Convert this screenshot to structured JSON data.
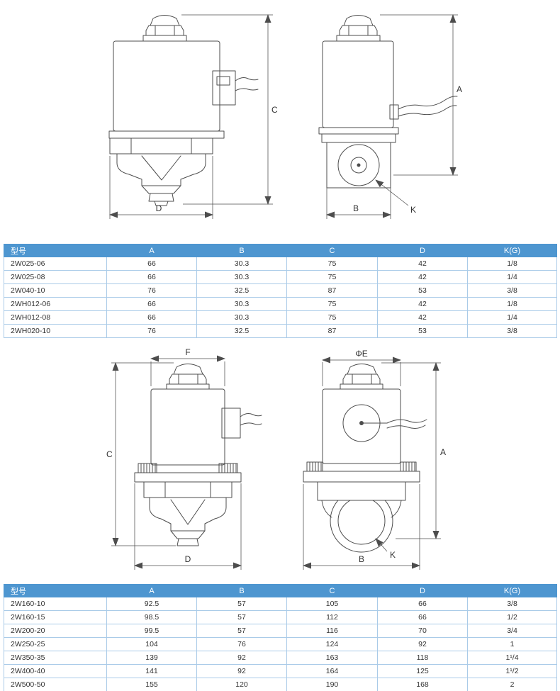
{
  "colors": {
    "table_header_bg": "#4e96d0",
    "table_header_text": "#ffffff",
    "table_border": "#aacbe8",
    "drawing_line": "#4d4d4d"
  },
  "drawings": {
    "small_front": {
      "dim_c": "C",
      "dim_d": "D"
    },
    "small_side": {
      "dim_a": "A",
      "dim_b": "B",
      "dim_k": "K"
    },
    "large_front": {
      "dim_f": "F",
      "dim_c": "C",
      "dim_d": "D"
    },
    "large_side": {
      "dim_phi_e": "ΦE",
      "dim_a": "A",
      "dim_b": "B",
      "dim_k": "K"
    }
  },
  "table_small": {
    "headers": [
      "型号",
      "A",
      "B",
      "C",
      "D",
      "K(G)"
    ],
    "rows": [
      [
        "2W025-06",
        "66",
        "30.3",
        "75",
        "42",
        "1/8"
      ],
      [
        "2W025-08",
        "66",
        "30.3",
        "75",
        "42",
        "1/4"
      ],
      [
        "2W040-10",
        "76",
        "32.5",
        "87",
        "53",
        "3/8"
      ],
      [
        "2WH012-06",
        "66",
        "30.3",
        "75",
        "42",
        "1/8"
      ],
      [
        "2WH012-08",
        "66",
        "30.3",
        "75",
        "42",
        "1/4"
      ],
      [
        "2WH020-10",
        "76",
        "32.5",
        "87",
        "53",
        "3/8"
      ]
    ]
  },
  "table_large": {
    "headers": [
      "型号",
      "A",
      "B",
      "C",
      "D",
      "K(G)"
    ],
    "rows": [
      [
        "2W160-10",
        "92.5",
        "57",
        "105",
        "66",
        "3/8"
      ],
      [
        "2W160-15",
        "98.5",
        "57",
        "112",
        "66",
        "1/2"
      ],
      [
        "2W200-20",
        "99.5",
        "57",
        "116",
        "70",
        "3/4"
      ],
      [
        "2W250-25",
        "104",
        "76",
        "124",
        "92",
        "1"
      ],
      [
        "2W350-35",
        "139",
        "92",
        "163",
        "118",
        "1¹/4"
      ],
      [
        "2W400-40",
        "141",
        "92",
        "164",
        "125",
        "1¹/2"
      ],
      [
        "2W500-50",
        "155",
        "120",
        "190",
        "168",
        "2"
      ]
    ]
  }
}
